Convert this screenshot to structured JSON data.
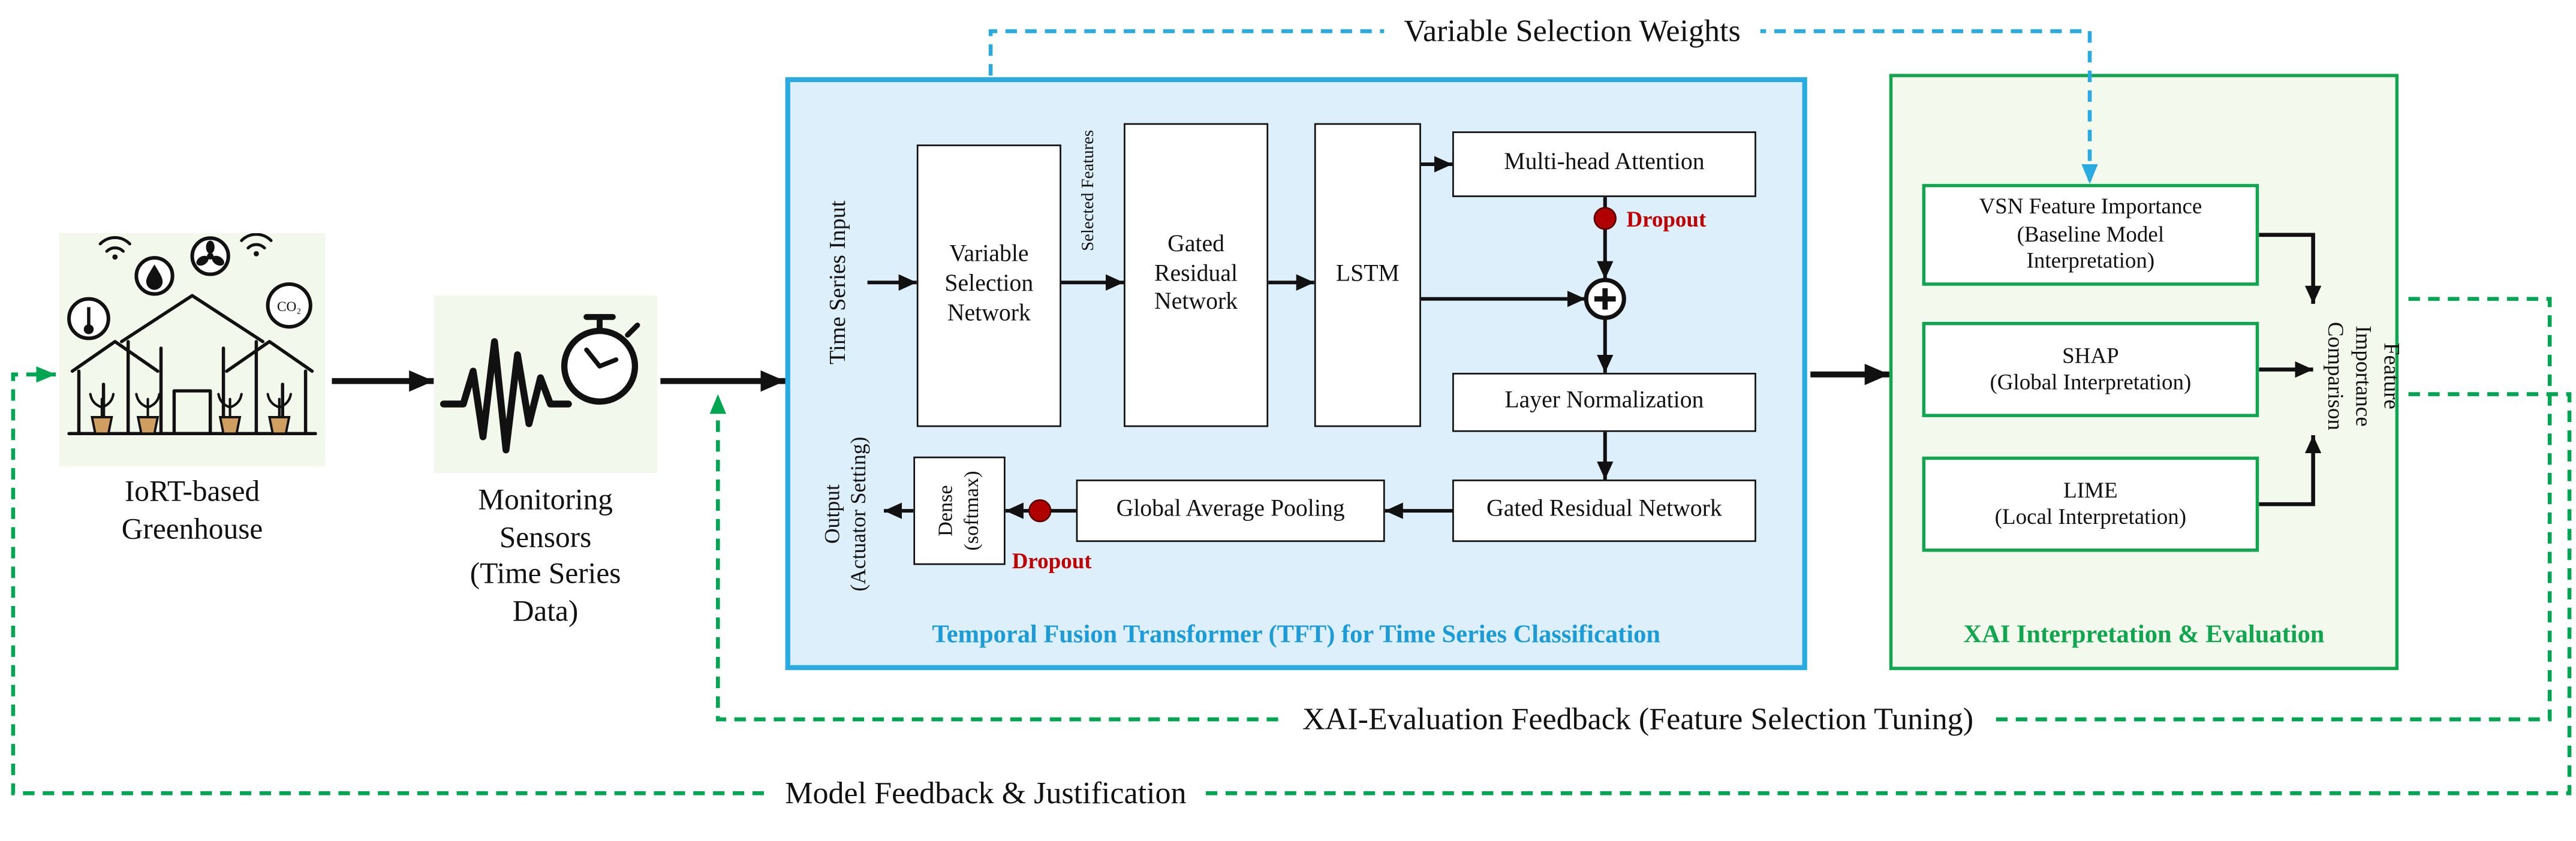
{
  "colors": {
    "tft_border": "#29abe2",
    "tft_fill": "#ddeffa",
    "xai_border": "#10a64f",
    "xai_fill": "#f3f9ec",
    "dashed_blue": "#29abe2",
    "dashed_green": "#00a651",
    "dropout_red": "#c00000"
  },
  "greenhouse": {
    "label": "IoRT-based\nGreenhouse",
    "co2_label": "CO₂"
  },
  "sensors": {
    "label": "Monitoring\nSensors\n(Time Series\nData)"
  },
  "tft": {
    "caption": "Temporal Fusion Transformer (TFT) for Time Series Classification",
    "time_series_input": "Time Series Input",
    "selected_features": "Selected Features",
    "variable_selection_network": "Variable Selection Network",
    "gated_residual_network_top": "Gated Residual Network",
    "lstm": "LSTM",
    "multi_head_attention": "Multi-head Attention",
    "dropout_1": "Dropout",
    "layer_normalization": "Layer Normalization",
    "gated_residual_network_bottom": "Gated Residual Network",
    "global_average_pooling": "Global Average Pooling",
    "dense_softmax": "Dense\n(softmax)",
    "dropout_2": "Dropout",
    "output": "Output\n(Actuator Setting)"
  },
  "xai": {
    "caption": "XAI Interpretation & Evaluation",
    "vsn_feature_importance": "VSN Feature Importance\n(Baseline Model\nInterpretation)",
    "shap": "SHAP\n(Global Interpretation)",
    "lime": "LIME\n(Local Interpretation)",
    "feature_importance_comparison": "Feature\nImportance\nComparison"
  },
  "annotations": {
    "variable_selection_weights": "Variable Selection Weights",
    "xai_evaluation_feedback": "XAI-Evaluation Feedback (Feature Selection Tuning)",
    "model_feedback": "Model Feedback & Justification"
  }
}
